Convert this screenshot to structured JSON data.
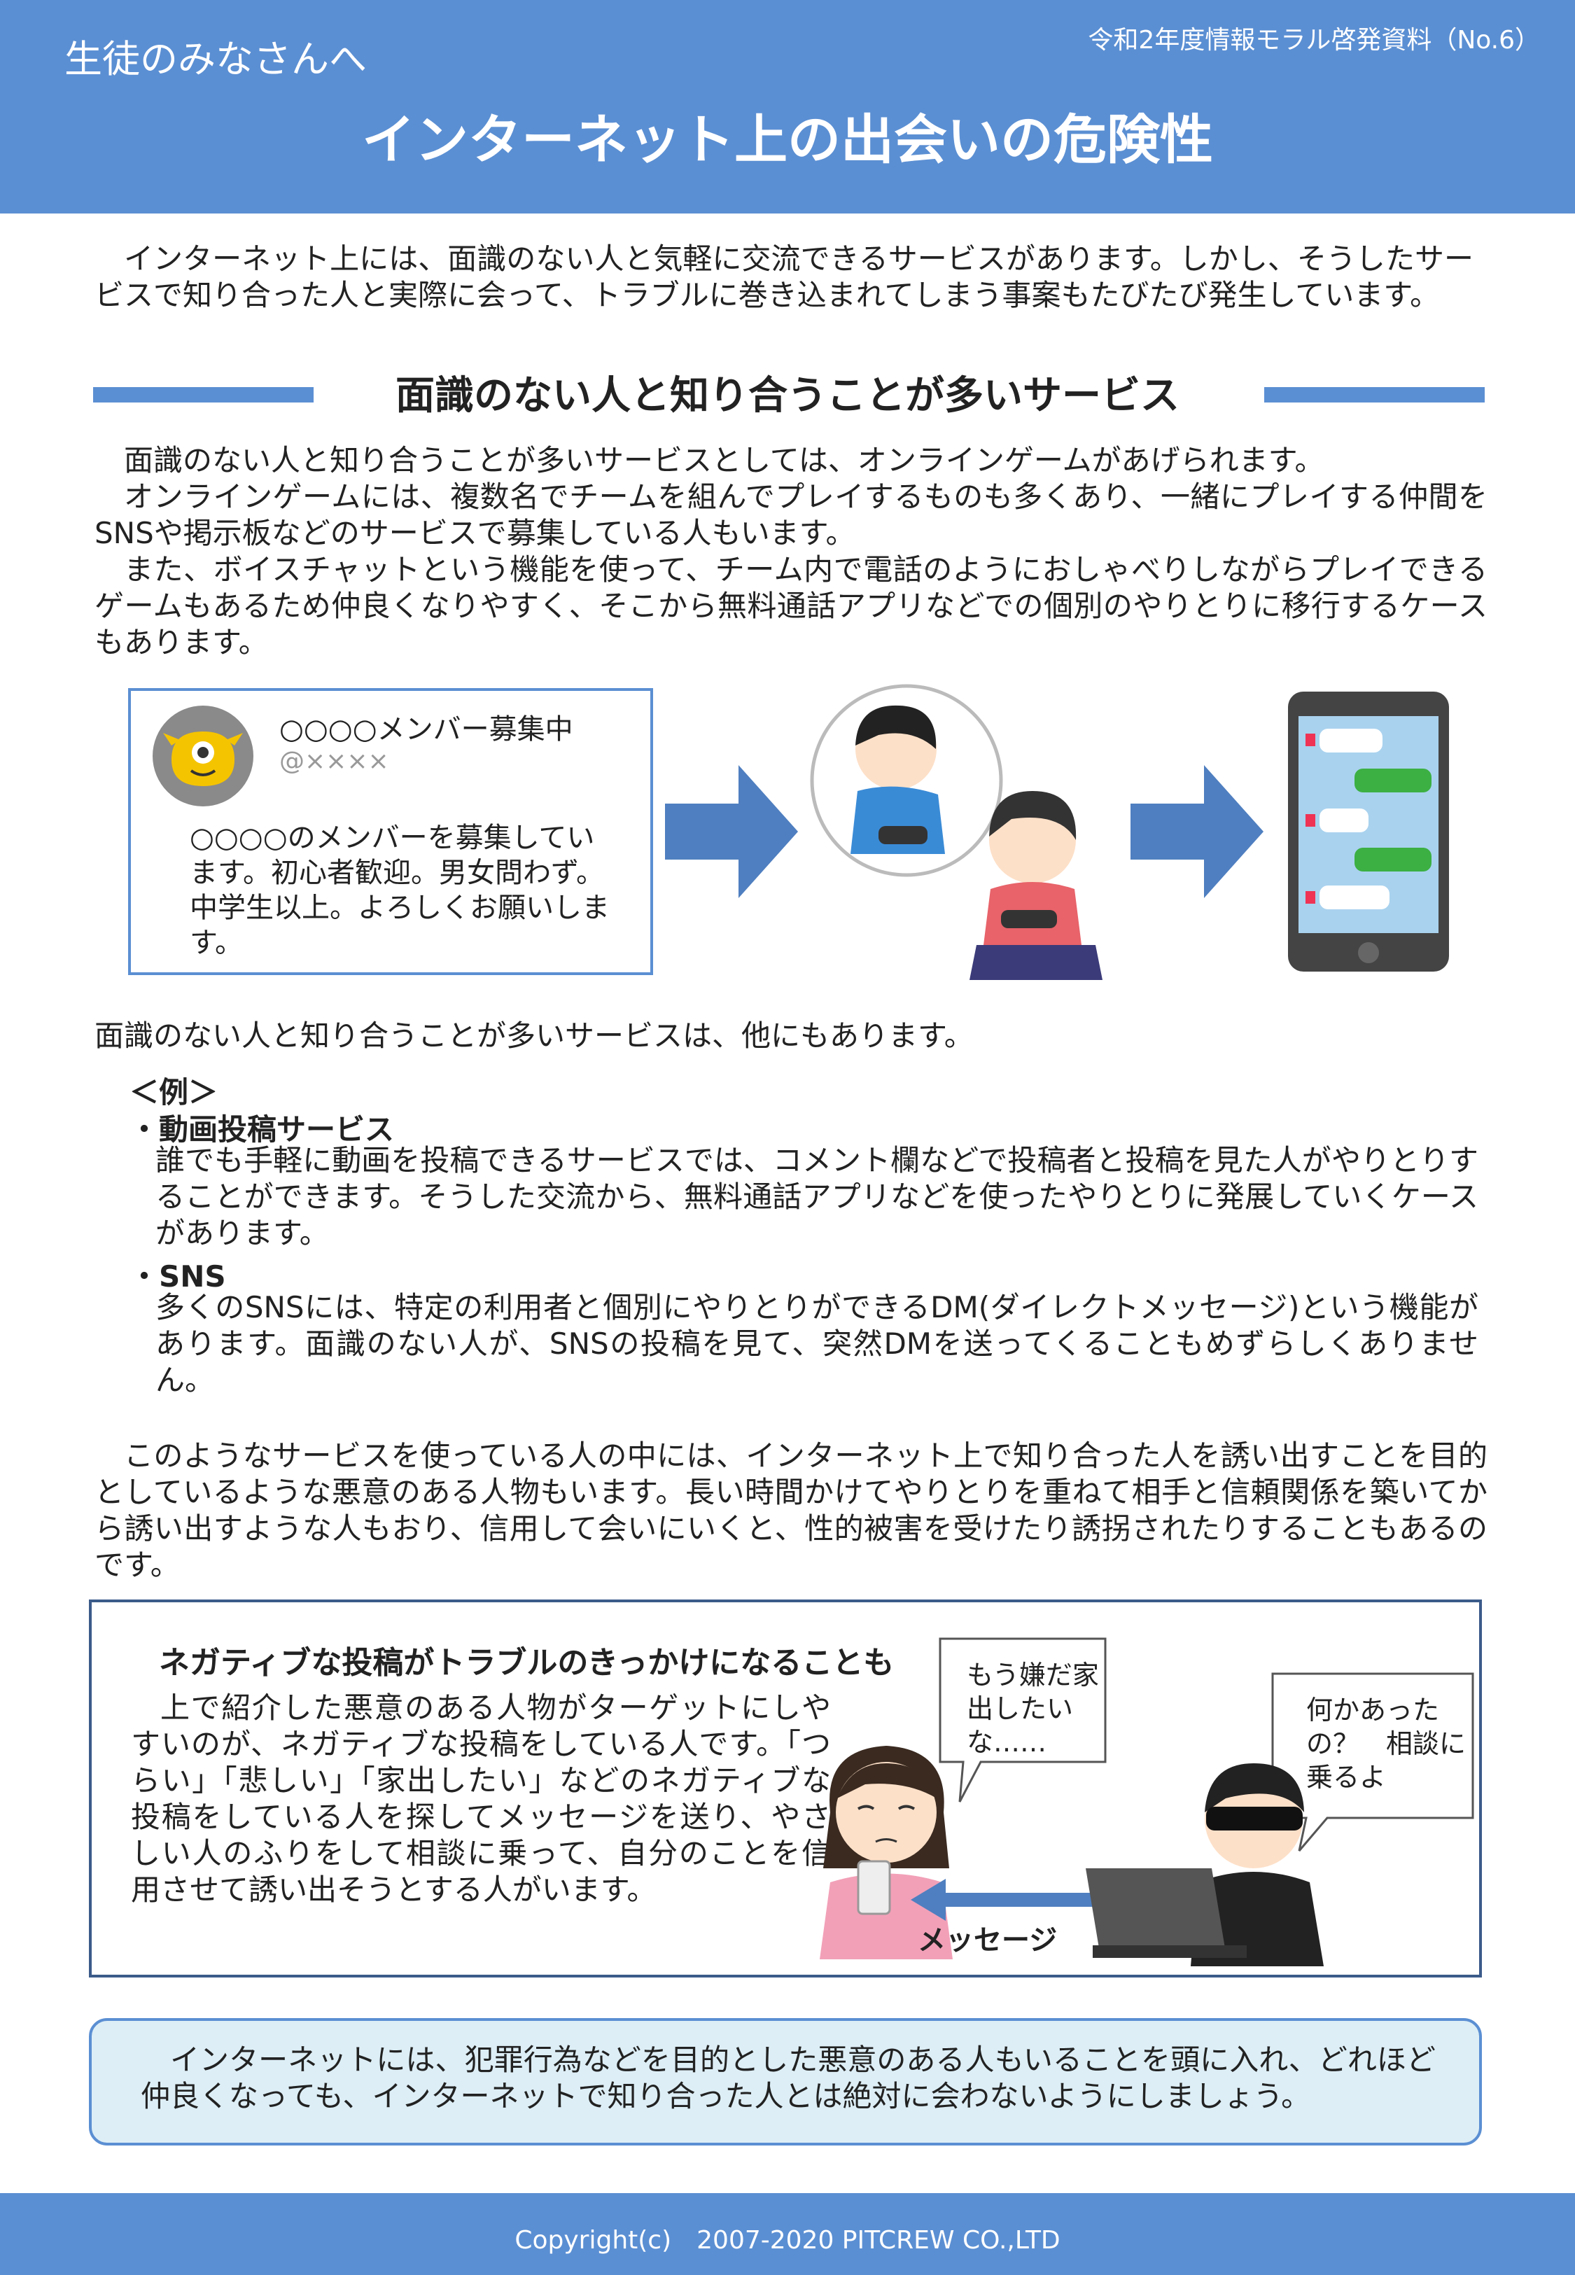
{
  "header": {
    "audience": "生徒のみなさんへ",
    "doc_ref": "令和2年度情報モラル啓発資料（No.6）",
    "title": "インターネット上の出会いの危険性"
  },
  "intro": "インターネット上には、面識のない人と気軽に交流できるサービスがあります。しかし、そうしたサービスで知り合った人と実際に会って、トラブルに巻き込まれてしまう事案もたびたび発生しています。",
  "section": {
    "heading": "面識のない人と知り合うことが多いサービス",
    "paragraphs": [
      "面識のない人と知り合うことが多いサービスとしては、オンラインゲームがあげられます。",
      "オンラインゲームには、複数名でチームを組んでプレイするものも多くあり、一緒にプレイする仲間をSNSや掲示板などのサービスで募集している人もいます。",
      "また、ボイスチャットという機能を使って、チーム内で電話のようにおしゃべりしながらプレイできるゲームもあるため仲良くなりやすく、そこから無料通話アプリなどでの個別のやりとりに移行するケースもあります。"
    ]
  },
  "tweet": {
    "name": "○○○○メンバー募集中",
    "handle": "@××××",
    "body": "○○○○のメンバーを募集しています。初心者歓迎。男女問わず。中学生以上。よろしくお願いします。"
  },
  "other_services": "面識のない人と知り合うことが多いサービスは、他にもあります。",
  "examples": {
    "label": "＜例＞",
    "items": [
      {
        "title": "・動画投稿サービス",
        "text": "誰でも手軽に動画を投稿できるサービスでは、コメント欄などで投稿者と投稿を見た人がやりとりすることができます。そうした交流から、無料通話アプリなどを使ったやりとりに発展していくケースがあります。"
      },
      {
        "title": "・SNS",
        "text": "多くのSNSには、特定の利用者と個別にやりとりができるDM(ダイレクトメッセージ)という機能があります。面識のない人が、SNSの投稿を見て、突然DMを送ってくることもめずらしくありません。"
      }
    ]
  },
  "danger_paragraph": "このようなサービスを使っている人の中には、インターネット上で知り合った人を誘い出すことを目的としているような悪意のある人物もいます。長い時間かけてやりとりを重ねて相手と信頼関係を築いてから誘い出すような人もおり、信用して会いにいくと、性的被害を受けたり誘拐されたりすることもあるのです。",
  "warning_box": {
    "title": "ネガティブな投稿がトラブルのきっかけになることも",
    "text": "上で紹介した悪意のある人物がターゲットにしやすいのが、ネガティブな投稿をしている人です。「つらい」「悲しい」「家出したい」などのネガティブな投稿をしている人を探してメッセージを送り、やさしい人のふりをして相談に乗って、自分のことを信用させて誘い出そうとする人がいます。",
    "bubble_girl": "もう嫌だ家出したいな……",
    "bubble_man": "何かあったの？　相談に乗るよ",
    "message_label": "メッセージ"
  },
  "conclusion": "インターネットには、犯罪行為などを目的とした悪意のある人もいることを頭に入れ、どれほど仲良くなっても、インターネットで知り合った人とは絶対に会わないようにしましょう。",
  "footer": {
    "copyright": "Copyright(c)　2007-2020 PITCREW CO.,LTD"
  },
  "colors": {
    "header_blue": "#5b8fd3",
    "box_border": "#3b5b8a",
    "conclusion_bg": "#ddeef6"
  }
}
